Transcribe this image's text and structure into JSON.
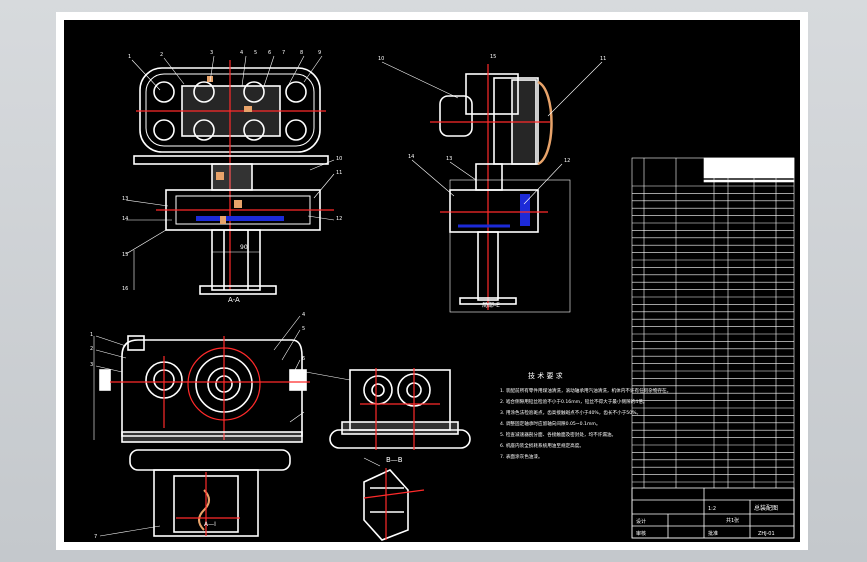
{
  "colors": {
    "background": "#000000",
    "paper": "#ffffff",
    "outline": "#ffffff",
    "section_cut": "#ff2a2a",
    "hatch_orange": "#e8a36a",
    "bearing_blue": "#1c2ad8"
  },
  "views": {
    "main_view_label": "A-A",
    "section_b_label": "B—B",
    "side_view_label": "局部-E",
    "bottom_view_label": "A—I"
  },
  "balloons": {
    "main": [
      "1",
      "2",
      "3",
      "4",
      "5",
      "6",
      "7",
      "8",
      "9",
      "10",
      "11",
      "12",
      "13",
      "14",
      "15",
      "16"
    ],
    "side": [
      "10",
      "11",
      "12",
      "13",
      "14",
      "15"
    ],
    "lower": [
      "1",
      "2",
      "3",
      "4",
      "5",
      "6",
      "7"
    ],
    "dimension": "90"
  },
  "technical_requirements": {
    "title": "技 术 要 求",
    "items": [
      "1. 装配前所有零件用煤油清洗，滚动轴承用汽油清洗，机体内不许有任何杂物存在。",
      "2. 啮合侧隙用铅丝检验不小于0.16mm，铅丝不得大于最小侧隙的4倍。",
      "3. 用涂色法检验斑点，齿高接触斑点不小于40%，齿长不小于50%。",
      "4. 调整固定轴承时应留轴向间隙0.05~0.1mm。",
      "5. 检查减速器剖分面、各接触面及密封处，均不许漏油。",
      "6. 机座内装全损耗系统用油至规定高度。",
      "7. 表面涂灰色油漆。"
    ]
  },
  "title_block": {
    "drawing_name": "总装配图",
    "scale": "1:2",
    "sheet": "共1张",
    "drawing_number": "ZHJ-01",
    "designer_label": "设计",
    "checker_label": "审核",
    "approver_label": "批准"
  }
}
